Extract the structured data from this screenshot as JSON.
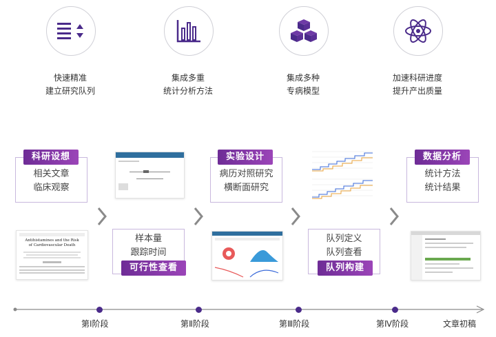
{
  "features": [
    {
      "icon": "list-sort-icon",
      "line1": "快速精准",
      "line2": "建立研究队列"
    },
    {
      "icon": "bar-chart-icon",
      "line1": "集成多重",
      "line2": "统计分析方法"
    },
    {
      "icon": "cubes-icon",
      "line1": "集成多种",
      "line2": "专病模型"
    },
    {
      "icon": "atom-icon",
      "line1": "加速科研进度",
      "line2": "提升产出质量"
    }
  ],
  "cards": {
    "design": {
      "tag": "科研设想",
      "line1": "相关文章",
      "line2": "临床观察"
    },
    "feasibility": {
      "tag": "可行性查看",
      "line1": "样本量",
      "line2": "跟踪时间"
    },
    "experiment": {
      "tag": "实验设计",
      "line1": "病历对照研究",
      "line2": "横断面研究"
    },
    "cohort": {
      "tag": "队列构建",
      "line1": "队列定义",
      "line2": "队列查看"
    },
    "analysis": {
      "tag": "数据分析",
      "line1": "统计方法",
      "line2": "统计结果"
    }
  },
  "paper": {
    "title_line1": "Antihistamines and the Risk",
    "title_line2": "of Cardiovascular Death"
  },
  "timeline": {
    "stages": [
      "第Ⅰ阶段",
      "第Ⅱ阶段",
      "第Ⅲ阶段",
      "第Ⅳ阶段"
    ],
    "end_label": "文章初稿"
  },
  "colors": {
    "accent": "#6e2c96",
    "accent_light": "#9b45b8",
    "timeline_dot": "#4a2a8a"
  }
}
